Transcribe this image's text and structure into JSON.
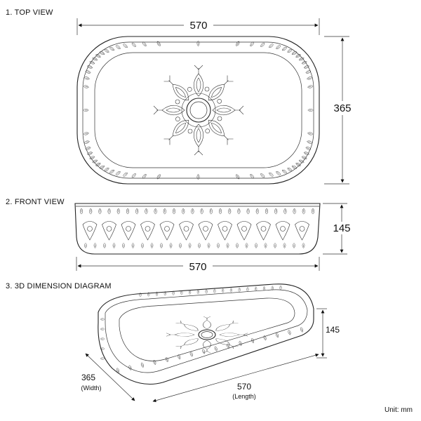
{
  "sections": {
    "top_view": "1. TOP VIEW",
    "front_view": "2. FRONT VIEW",
    "dimension_3d": "3. 3D DIMENSION DIAGRAM"
  },
  "dimensions": {
    "top_width": "570",
    "top_depth": "365",
    "front_width": "570",
    "front_height": "145",
    "iso_height": "145",
    "iso_width": "365",
    "iso_width_caption": "(Width)",
    "iso_length": "570",
    "iso_length_caption": "(Length)"
  },
  "unit": "Unit: mm",
  "colors": {
    "line": "#222222",
    "background": "#ffffff"
  }
}
